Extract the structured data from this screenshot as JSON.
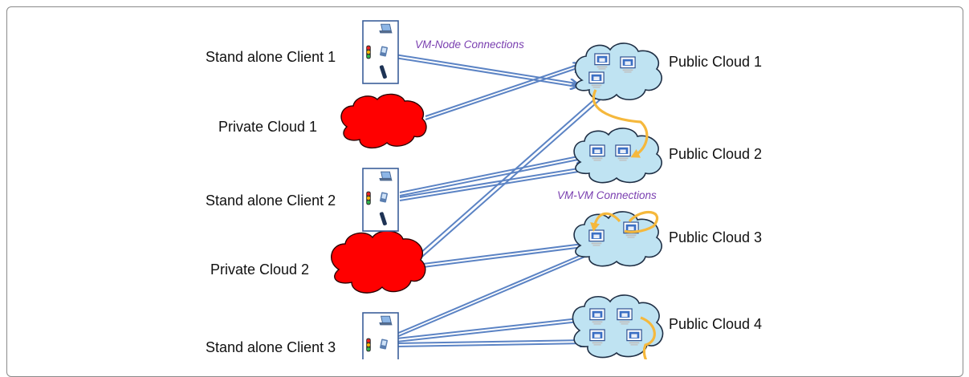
{
  "labels": {
    "client1": "Stand alone Client 1",
    "client2": "Stand alone Client 2",
    "client3": "Stand alone Client 3",
    "private1": "Private Cloud 1",
    "private2": "Private Cloud 2",
    "public1": "Public Cloud 1",
    "public2": "Public Cloud 2",
    "public3": "Public Cloud 3",
    "public4": "Public Cloud 4",
    "vm_node": "VM-Node Connections",
    "vm_vm": "VM-VM Connections"
  },
  "colors": {
    "private_cloud": "#ff0000",
    "public_cloud": "#bfe3f2",
    "vm_node_arrow": "#5b83c4",
    "vm_vm_arrow": "#f5b83c",
    "label_purple": "#7a3fb0"
  },
  "icons": [
    "traffic-light-icon",
    "laptop-icon",
    "pda-icon",
    "phone-icon",
    "vm-monitor-icon"
  ]
}
